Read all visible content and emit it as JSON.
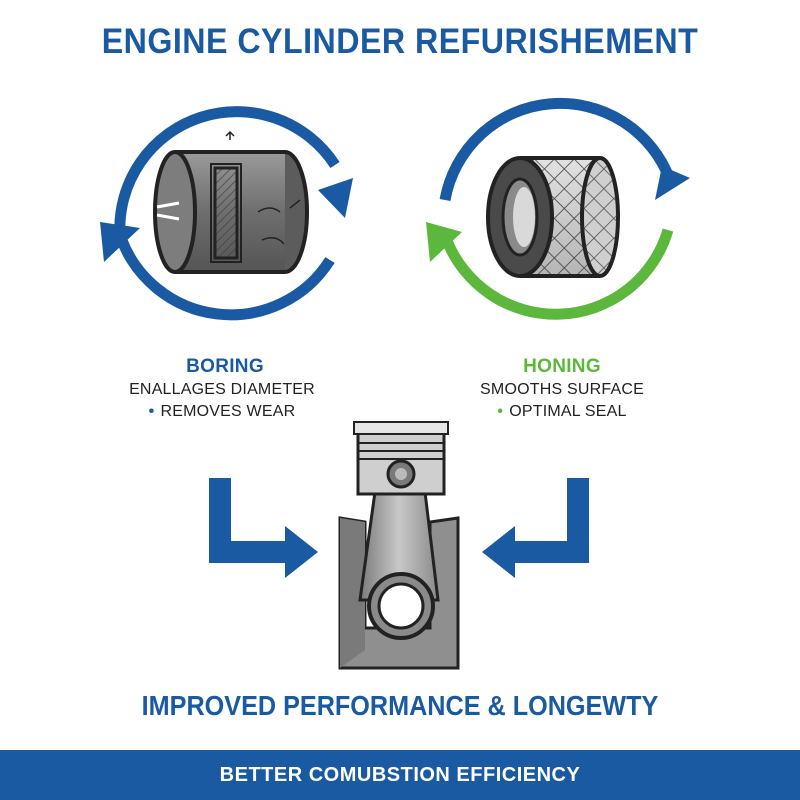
{
  "title": "ENGINE CYLINDER REFURISHEMENT",
  "colors": {
    "primary_blue": "#1a5aa3",
    "accent_green": "#5cb83c",
    "metal_gray": "#8a8a8a",
    "dark_gray": "#4a4a4a",
    "footer_bg": "#1a5aa3"
  },
  "steps": [
    {
      "name": "BORING",
      "icon": "boring-cylinder-icon",
      "color": "#1a5aa3",
      "lines": [
        "ENALLAGES DIAMETER",
        "REMOVES WEAR"
      ]
    },
    {
      "name": "HONING",
      "icon": "honed-cylinder-crosshatch-icon",
      "color": "#5cb83c",
      "lines": [
        "SMOOTHS SURFACE",
        "OPTIMAL SEAL"
      ]
    }
  ],
  "center_icon": "piston-in-cylinder-icon",
  "result": "IMPROVED PERFORMANCE & LONGEWTY",
  "footer": "BETTER COMUBSTION EFFICIENCY"
}
